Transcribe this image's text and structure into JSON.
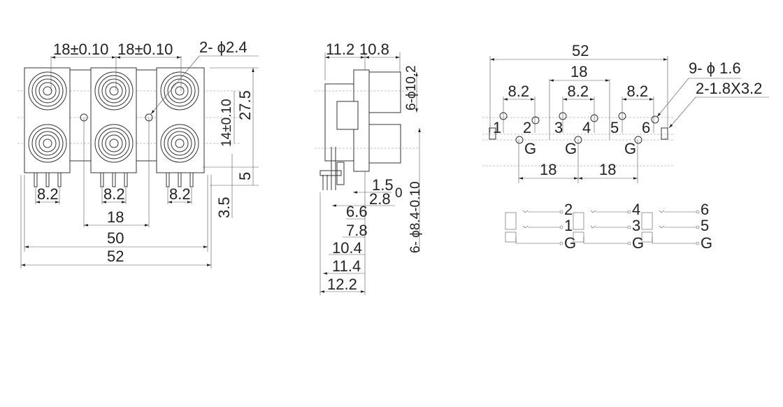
{
  "front_view": {
    "dim_pitch_1": "18±0.10",
    "dim_pitch_2": "18±0.10",
    "dim_holes": "2- ϕ2.4",
    "dim_row_pitch": "14±0.10",
    "dim_height": "27.5",
    "dim_5": "5",
    "dim_pin_len": "3.5",
    "dim_pin_spacing": [
      "8.2",
      "8.2",
      "8.2"
    ],
    "dim_18": "18",
    "dim_50": "50",
    "dim_52": "52"
  },
  "side_view": {
    "dim_11_2": "11.2",
    "dim_10_8": "10.8",
    "dim_jack_dia": "6-ϕ10.2",
    "dim_1_5": "1.5",
    "dim_tol_0": "0",
    "dim_2_8": "2.8",
    "dim_bore": "6- ϕ8.4-0.10",
    "dim_6_6": "6.6",
    "dim_7_8": "7.8",
    "dim_10_4": "10.4",
    "dim_11_4": "11.4",
    "dim_12_2": "12.2"
  },
  "pcb_layout": {
    "dim_52": "52",
    "dim_18": "18",
    "dim_8_2": [
      "8.2",
      "8.2",
      "8.2"
    ],
    "dim_holes": "9- ϕ 1.6",
    "dim_slots": "2-1.8X3.2",
    "pin_labels": [
      "1",
      "2",
      "3",
      "4",
      "5",
      "6"
    ],
    "ground_labels": [
      "G",
      "G",
      "G"
    ],
    "dim_g_pitch": [
      "18",
      "18"
    ]
  },
  "schematic": {
    "groups": [
      {
        "top": "2",
        "mid": "1",
        "bottom": "G"
      },
      {
        "top": "4",
        "mid": "3",
        "bottom": "G"
      },
      {
        "top": "6",
        "mid": "5",
        "bottom": "G"
      }
    ]
  }
}
